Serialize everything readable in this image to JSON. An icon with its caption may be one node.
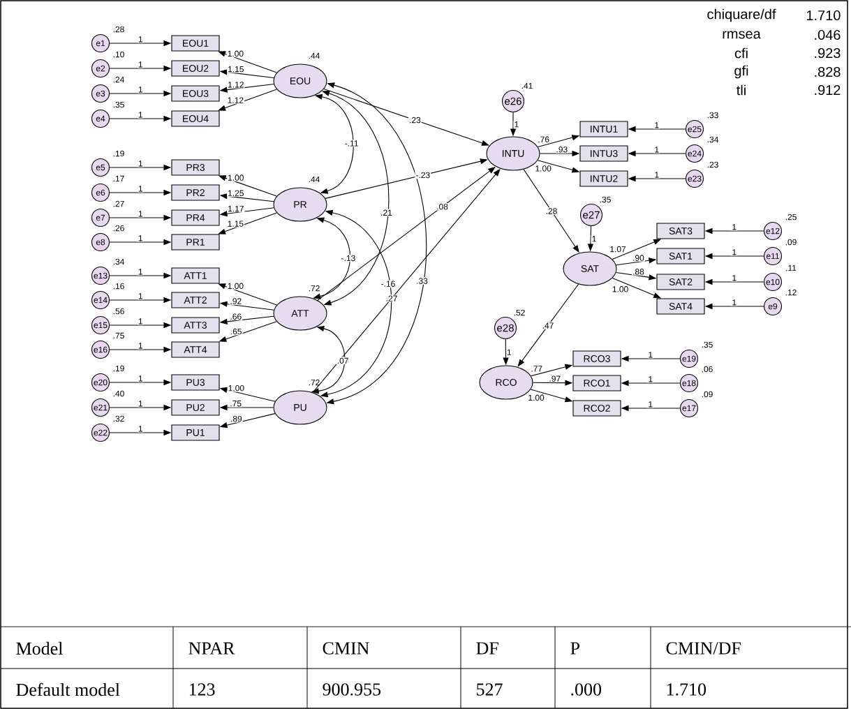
{
  "diagram": {
    "nodes": [
      {
        "text": [
          "e1"
        ],
        "beside": [
          ".28"
        ]
      },
      {
        "text": [
          "EOU1"
        ]
      },
      {
        "text": [
          "e2"
        ],
        "beside": [
          ".10"
        ]
      },
      {
        "text": [
          "EOU2"
        ]
      },
      {
        "text": [
          "e3"
        ],
        "beside": [
          ".24"
        ]
      },
      {
        "text": [
          "EOU3"
        ]
      },
      {
        "text": [
          "e4"
        ],
        "beside": [
          ".35"
        ]
      },
      {
        "text": [
          "EOU4"
        ]
      },
      {
        "text": [
          "EOU"
        ],
        "beside": [
          ".44"
        ]
      },
      {
        "text": [
          "e5"
        ],
        "beside": [
          ".19"
        ]
      },
      {
        "text": [
          "PR3"
        ]
      },
      {
        "text": [
          "e6"
        ],
        "beside": [
          ".17"
        ]
      },
      {
        "text": [
          "PR2"
        ]
      },
      {
        "text": [
          "e7"
        ],
        "beside": [
          ".27"
        ]
      },
      {
        "text": [
          "PR4"
        ]
      },
      {
        "text": [
          "e8"
        ],
        "beside": [
          ".26"
        ]
      },
      {
        "text": [
          "PR1"
        ]
      },
      {
        "text": [
          "PR"
        ],
        "beside": [
          ".44"
        ]
      },
      {
        "text": [
          "e13"
        ],
        "beside": [
          ".34"
        ]
      },
      {
        "text": [
          "ATT1"
        ]
      },
      {
        "text": [
          "e14"
        ],
        "beside": [
          ".16"
        ]
      },
      {
        "text": [
          "ATT2"
        ]
      },
      {
        "text": [
          "e15"
        ],
        "beside": [
          ".56"
        ]
      },
      {
        "text": [
          "ATT3"
        ]
      },
      {
        "text": [
          "e16"
        ],
        "beside": [
          ".75"
        ]
      },
      {
        "text": [
          "ATT4"
        ]
      },
      {
        "text": [
          "ATT"
        ],
        "beside": [
          ".72"
        ]
      },
      {
        "text": [
          "e20"
        ],
        "beside": [
          ".19"
        ]
      },
      {
        "text": [
          "PU3"
        ]
      },
      {
        "text": [
          "e21"
        ],
        "beside": [
          ".40"
        ]
      },
      {
        "text": [
          "PU2"
        ]
      },
      {
        "text": [
          "e22"
        ],
        "beside": [
          ".32"
        ]
      },
      {
        "text": [
          "PU1"
        ]
      },
      {
        "text": [
          "PU"
        ],
        "beside": [
          ".72"
        ]
      },
      {
        "text": [
          "e26"
        ],
        "beside": [
          ".41"
        ]
      },
      {
        "text": [
          "INTU"
        ]
      },
      {
        "text": [
          "INTU1"
        ]
      },
      {
        "text": [
          "e25"
        ],
        "beside": [
          ".33"
        ]
      },
      {
        "text": [
          "INTU3"
        ]
      },
      {
        "text": [
          "e24"
        ],
        "beside": [
          ".34"
        ]
      },
      {
        "text": [
          "INTU2"
        ]
      },
      {
        "text": [
          "e23"
        ],
        "beside": [
          ".23"
        ]
      },
      {
        "text": [
          "e27"
        ],
        "beside": [
          ".35"
        ]
      },
      {
        "text": [
          "SAT"
        ]
      },
      {
        "text": [
          "SAT3"
        ]
      },
      {
        "text": [
          "e12"
        ],
        "beside": [
          ".25"
        ]
      },
      {
        "text": [
          "SAT1"
        ]
      },
      {
        "text": [
          "e11"
        ],
        "beside": [
          ".09"
        ]
      },
      {
        "text": [
          "SAT2"
        ]
      },
      {
        "text": [
          "e10"
        ],
        "beside": [
          ".11"
        ]
      },
      {
        "text": [
          "SAT4"
        ]
      },
      {
        "text": [
          "e9"
        ],
        "beside": [
          ".12"
        ]
      },
      {
        "text": [
          "e28"
        ],
        "beside": [
          ".52"
        ]
      },
      {
        "text": [
          "RCO"
        ]
      },
      {
        "text": [
          "RCO3"
        ]
      },
      {
        "text": [
          "e19"
        ],
        "beside": [
          ".35"
        ]
      },
      {
        "text": [
          "RCO1"
        ]
      },
      {
        "text": [
          "e18"
        ],
        "beside": [
          ".06"
        ]
      },
      {
        "text": [
          "RCO2"
        ]
      },
      {
        "text": [
          "e17"
        ],
        "beside": [
          ".09"
        ]
      }
    ],
    "edges": [
      {
        "from": 0,
        "to": 1,
        "arrow": "to",
        "label": "1"
      },
      {
        "from": 2,
        "to": 3,
        "arrow": "to",
        "label": "1"
      },
      {
        "from": 4,
        "to": 5,
        "arrow": "to",
        "label": "1"
      },
      {
        "from": 6,
        "to": 7,
        "arrow": "to",
        "label": "1"
      },
      {
        "from": 8,
        "to": 1,
        "arrow": "to",
        "label": "1.00"
      },
      {
        "from": 8,
        "to": 3,
        "arrow": "to",
        "label": "1.15"
      },
      {
        "from": 8,
        "to": 5,
        "arrow": "to",
        "label": "1.12"
      },
      {
        "from": 8,
        "to": 7,
        "arrow": "to",
        "label": "1.12"
      },
      {
        "from": 9,
        "to": 10,
        "arrow": "to",
        "label": "1"
      },
      {
        "from": 11,
        "to": 12,
        "arrow": "to",
        "label": "1"
      },
      {
        "from": 13,
        "to": 14,
        "arrow": "to",
        "label": "1"
      },
      {
        "from": 15,
        "to": 16,
        "arrow": "to",
        "label": "1"
      },
      {
        "from": 17,
        "to": 10,
        "arrow": "to",
        "label": "1.00"
      },
      {
        "from": 17,
        "to": 12,
        "arrow": "to",
        "label": "1.25"
      },
      {
        "from": 17,
        "to": 14,
        "arrow": "to",
        "label": "1.17"
      },
      {
        "from": 17,
        "to": 16,
        "arrow": "to",
        "label": "1.15"
      },
      {
        "from": 18,
        "to": 19,
        "arrow": "to",
        "label": "1"
      },
      {
        "from": 20,
        "to": 21,
        "arrow": "to",
        "label": "1"
      },
      {
        "from": 22,
        "to": 23,
        "arrow": "to",
        "label": "1"
      },
      {
        "from": 24,
        "to": 25,
        "arrow": "to",
        "label": "1"
      },
      {
        "from": 26,
        "to": 19,
        "arrow": "to",
        "label": "1.00"
      },
      {
        "from": 26,
        "to": 21,
        "arrow": "to",
        "label": ".92"
      },
      {
        "from": 26,
        "to": 23,
        "arrow": "to",
        "label": ".66"
      },
      {
        "from": 26,
        "to": 25,
        "arrow": "to",
        "label": ".65"
      },
      {
        "from": 27,
        "to": 28,
        "arrow": "to",
        "label": "1"
      },
      {
        "from": 29,
        "to": 30,
        "arrow": "to",
        "label": "1"
      },
      {
        "from": 31,
        "to": 32,
        "arrow": "to",
        "label": "1"
      },
      {
        "from": 33,
        "to": 28,
        "arrow": "to",
        "label": "1.00"
      },
      {
        "from": 33,
        "to": 30,
        "arrow": "to",
        "label": ".75"
      },
      {
        "from": 33,
        "to": 32,
        "arrow": "to",
        "label": ".89"
      },
      {
        "from": 8,
        "to": 17,
        "arrow": "both",
        "label": "-.11"
      },
      {
        "from": 8,
        "to": 26,
        "arrow": "both",
        "label": ".21"
      },
      {
        "from": 8,
        "to": 33,
        "arrow": "both",
        "label": ".33"
      },
      {
        "from": 17,
        "to": 26,
        "arrow": "both",
        "label": "-.13"
      },
      {
        "from": 17,
        "to": 33,
        "arrow": "both",
        "label": "-.16"
      },
      {
        "from": 26,
        "to": 33,
        "arrow": "both",
        "label": ".07"
      },
      {
        "from": 8,
        "to": 35,
        "arrow": "to",
        "label": ".23"
      },
      {
        "from": 17,
        "to": 35,
        "arrow": "to",
        "label": "-.23"
      },
      {
        "from": 26,
        "to": 35,
        "arrow": "to",
        "label": ".08"
      },
      {
        "from": 33,
        "to": 35,
        "arrow": "to",
        "label": ".27"
      },
      {
        "from": 34,
        "to": 35,
        "arrow": "to",
        "label": "1"
      },
      {
        "from": 35,
        "to": 36,
        "arrow": "to",
        "label": ".76"
      },
      {
        "from": 35,
        "to": 38,
        "arrow": "to",
        "label": ".93"
      },
      {
        "from": 35,
        "to": 40,
        "arrow": "to",
        "label": "1.00"
      },
      {
        "from": 37,
        "to": 36,
        "arrow": "to",
        "label": "1"
      },
      {
        "from": 39,
        "to": 38,
        "arrow": "to",
        "label": "1"
      },
      {
        "from": 41,
        "to": 40,
        "arrow": "to",
        "label": "1"
      },
      {
        "from": 35,
        "to": 43,
        "arrow": "to",
        "label": ".28"
      },
      {
        "from": 42,
        "to": 43,
        "arrow": "to",
        "label": "1"
      },
      {
        "from": 43,
        "to": 44,
        "arrow": "to",
        "label": "1.07"
      },
      {
        "from": 43,
        "to": 46,
        "arrow": "to",
        "label": ".90"
      },
      {
        "from": 43,
        "to": 48,
        "arrow": "to",
        "label": ".88"
      },
      {
        "from": 43,
        "to": 50,
        "arrow": "to",
        "label": "1.00"
      },
      {
        "from": 45,
        "to": 44,
        "arrow": "to",
        "label": "1"
      },
      {
        "from": 47,
        "to": 46,
        "arrow": "to",
        "label": "1"
      },
      {
        "from": 49,
        "to": 48,
        "arrow": "to",
        "label": "1"
      },
      {
        "from": 51,
        "to": 50,
        "arrow": "to",
        "label": "1"
      },
      {
        "from": 43,
        "to": 53,
        "arrow": "to",
        "label": ".47"
      },
      {
        "from": 52,
        "to": 53,
        "arrow": "to",
        "label": "1"
      },
      {
        "from": 53,
        "to": 54,
        "arrow": "to",
        "label": ".77"
      },
      {
        "from": 53,
        "to": 56,
        "arrow": "to",
        "label": ".97"
      },
      {
        "from": 53,
        "to": 58,
        "arrow": "to",
        "label": "1.00"
      },
      {
        "from": 55,
        "to": 54,
        "arrow": "to",
        "label": "1"
      },
      {
        "from": 57,
        "to": 56,
        "arrow": "to",
        "label": "1"
      },
      {
        "from": 59,
        "to": 58,
        "arrow": "to",
        "label": "1"
      }
    ],
    "labels": [
      "chiquare/df",
      "1.710",
      "rmsea",
      ".046",
      "cfi",
      ".923",
      "gfi",
      ".828",
      "tli",
      ".912",
      "Model",
      "NPAR",
      "CMIN",
      "DF",
      "P",
      "CMIN/DF",
      "Default model",
      "123",
      "900.955",
      "527",
      ".000",
      "1.710"
    ]
  }
}
